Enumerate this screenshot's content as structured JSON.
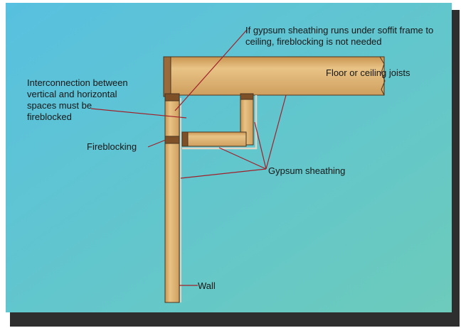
{
  "colors": {
    "background_top": "#58c0e0",
    "background_bottom": "#6ccbbb",
    "wood": "#e1b676",
    "wood_dark": "#c99550",
    "leader_line": "#a0202a",
    "outline": "#4a3520"
  },
  "labels": {
    "gypsum_note_line1": "If gypsum sheathing runs under soffit frame to",
    "gypsum_note_line2": "ceiling, fireblocking is not needed",
    "joists": "Floor or ceiling joists",
    "interconnection_line1": "Interconnection between",
    "interconnection_line2": "vertical and horizontal",
    "interconnection_line3": "spaces must be",
    "interconnection_line4": "fireblocked",
    "fireblocking": "Fireblocking",
    "gypsum_sheathing": "Gypsum sheathing",
    "wall": "Wall"
  }
}
